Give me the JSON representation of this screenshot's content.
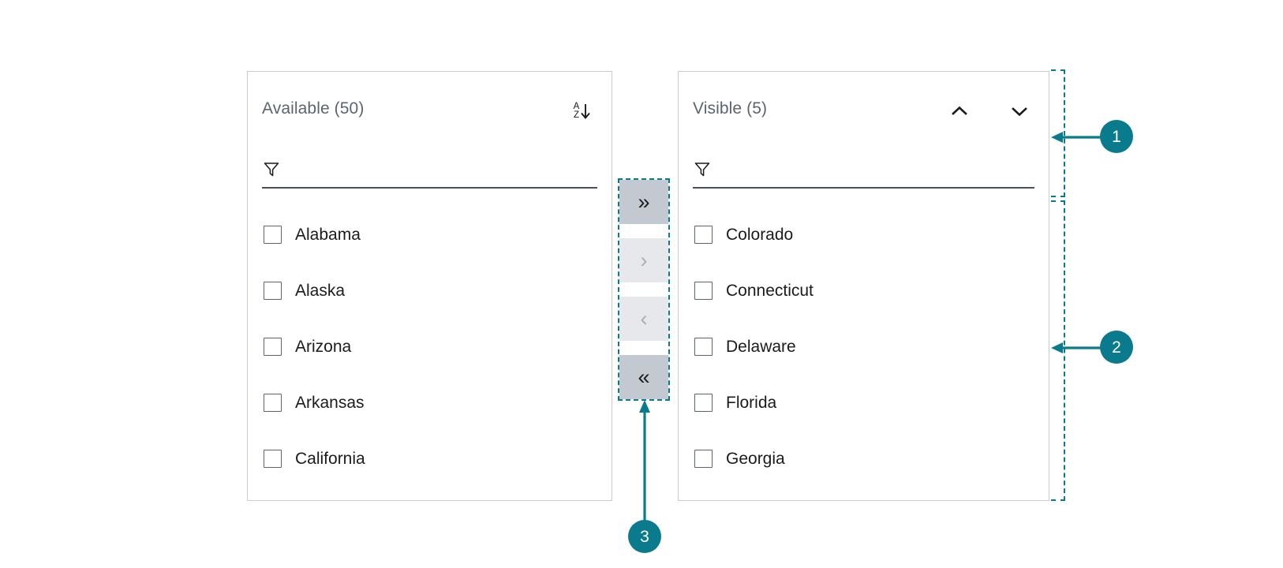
{
  "panels": {
    "available": {
      "title": "Available (50)",
      "sort_icon": "sort-az-descending-icon",
      "sort_letters": {
        "top": "A",
        "bottom": "Z"
      },
      "filter": {
        "value": "",
        "placeholder": "",
        "icon": "filter-funnel-icon"
      },
      "items": [
        {
          "label": "Alabama",
          "checked": false
        },
        {
          "label": "Alaska",
          "checked": false
        },
        {
          "label": "Arizona",
          "checked": false
        },
        {
          "label": "Arkansas",
          "checked": false
        },
        {
          "label": "California",
          "checked": false
        }
      ]
    },
    "visible": {
      "title": "Visible (5)",
      "move_up_icon": "chevron-up-icon",
      "move_down_icon": "chevron-down-icon",
      "filter": {
        "value": "",
        "placeholder": "",
        "icon": "filter-funnel-icon"
      },
      "items": [
        {
          "label": "Colorado",
          "checked": false
        },
        {
          "label": "Connecticut",
          "checked": false
        },
        {
          "label": "Delaware",
          "checked": false
        },
        {
          "label": "Florida",
          "checked": false
        },
        {
          "label": "Georgia",
          "checked": false
        }
      ]
    }
  },
  "transfer_buttons": [
    {
      "name": "move-all-right-button",
      "glyph": "»",
      "state": "enabled"
    },
    {
      "name": "move-selected-right-button",
      "glyph": "›",
      "state": "disabled"
    },
    {
      "name": "move-selected-left-button",
      "glyph": "‹",
      "state": "disabled"
    },
    {
      "name": "move-all-left-button",
      "glyph": "«",
      "state": "enabled"
    }
  ],
  "annotations": [
    {
      "number": "1",
      "target": "visible-panel-header-region"
    },
    {
      "number": "2",
      "target": "visible-panel-list-region"
    },
    {
      "number": "3",
      "target": "transfer-buttons-region"
    }
  ],
  "colors": {
    "accent": "#0a7b8c",
    "panel_border": "#c8ccd4",
    "title_text": "#5c6470",
    "item_text": "#1b1b1b",
    "button_enabled_bg": "#c3c9d1",
    "button_disabled_bg": "#e6e8eb",
    "button_disabled_fg": "#a9aeb5",
    "filter_underline": "#4b5159"
  }
}
